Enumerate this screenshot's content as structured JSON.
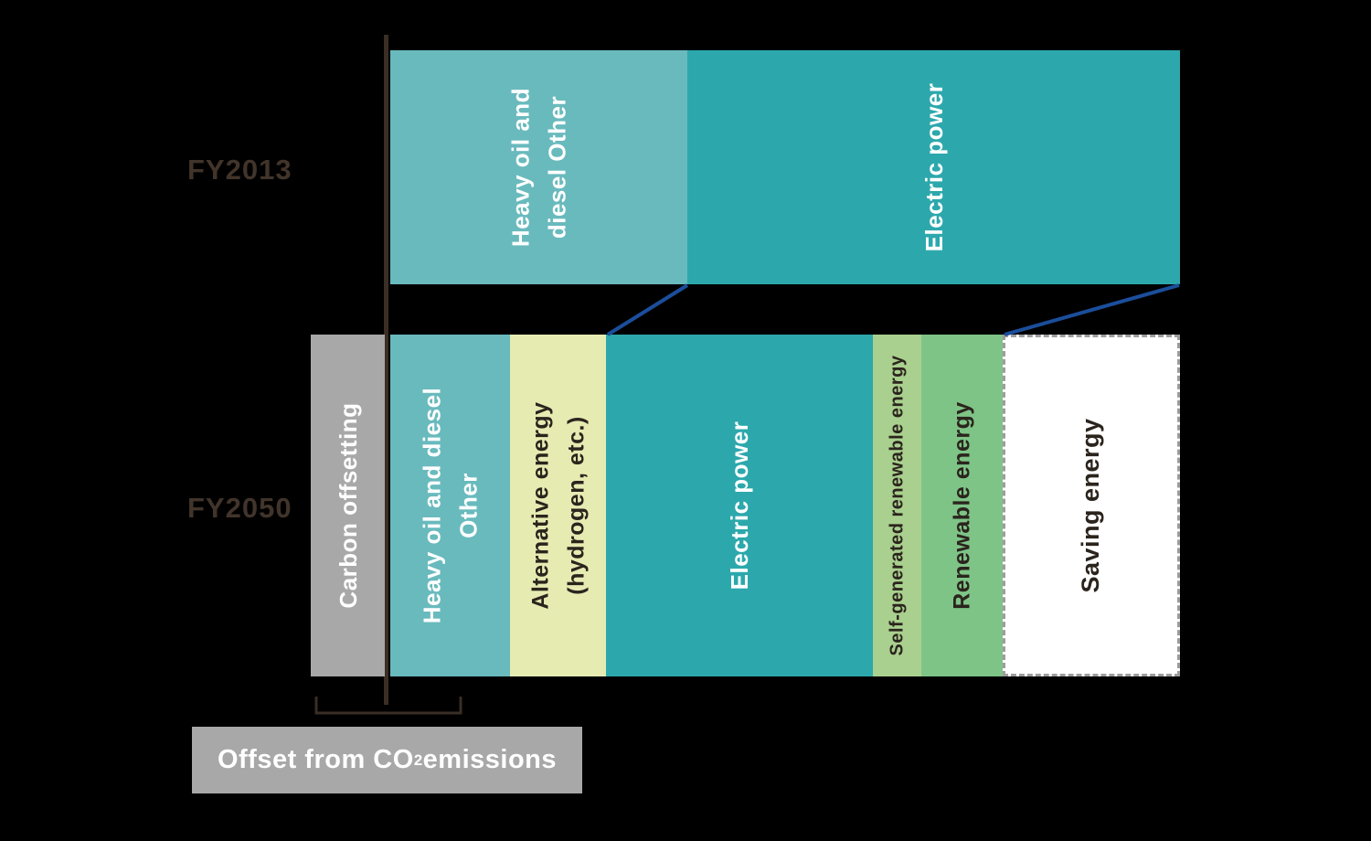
{
  "colors": {
    "background": "#000000",
    "teal_light": "#69BABD",
    "teal": "#2CA8AC",
    "gray": "#A8A8A8",
    "pale_yellow_green": "#E6EBB2",
    "light_green": "#A9D08E",
    "green": "#7EC487",
    "saving_energy_fill": "#FFFFFF",
    "connector_blue": "#1B4E9B",
    "axis_dark": "#3A2E25",
    "label_white": "#FFFFFF",
    "label_dark": "#2B241D"
  },
  "rows": {
    "fy2013": {
      "label": "FY2013",
      "segments": [
        {
          "name": "heavy-oil-diesel-other",
          "label": "Heavy oil and\ndiesel Other"
        },
        {
          "name": "electric-power",
          "label": "Electric power"
        }
      ]
    },
    "fy2050": {
      "label": "FY2050",
      "segments": [
        {
          "name": "carbon-offsetting",
          "label": "Carbon offsetting"
        },
        {
          "name": "heavy-oil-diesel-other",
          "label": "Heavy oil and diesel\nOther"
        },
        {
          "name": "alternative-energy",
          "label": "Alternative energy\n(hydrogen, etc.)"
        },
        {
          "name": "electric-power",
          "label": "Electric power"
        },
        {
          "name": "self-generated-renewable-energy",
          "label": "Self-generated renewable energy"
        },
        {
          "name": "renewable-energy",
          "label": "Renewable energy"
        },
        {
          "name": "saving-energy",
          "label": "Saving energy"
        }
      ]
    }
  },
  "callout": {
    "prefix": "Offset from CO",
    "subscript": "2",
    "suffix": " emissions"
  }
}
